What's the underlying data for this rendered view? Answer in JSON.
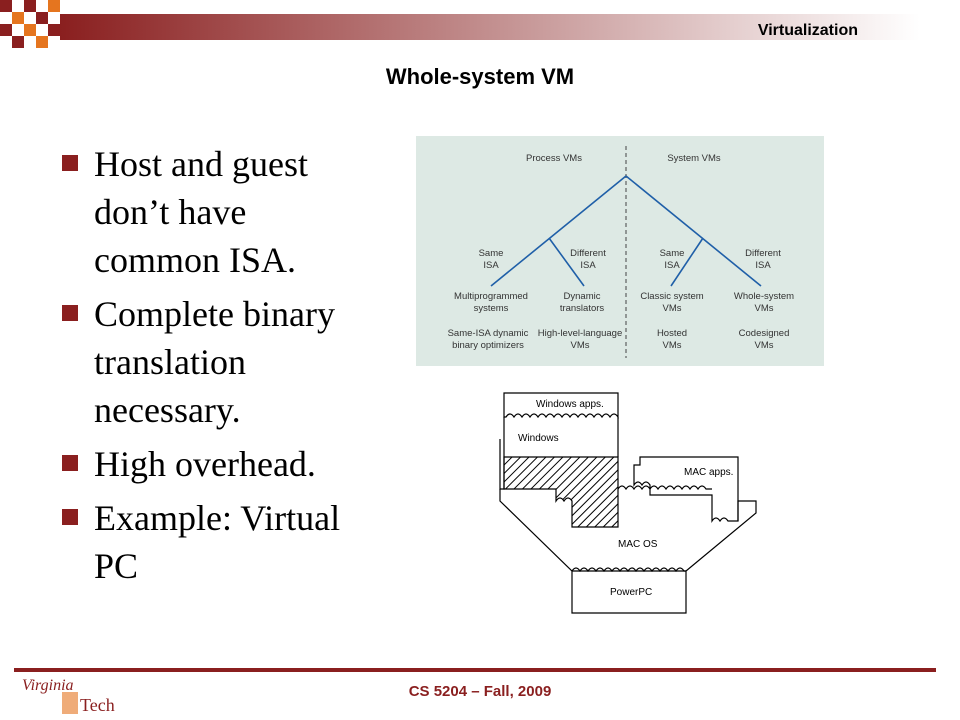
{
  "header": {
    "title": "Virtualization"
  },
  "slide": {
    "title": "Whole-system VM",
    "bullets": [
      "Host and guest don’t have common ISA.",
      "Complete binary translation necessary.",
      "High overhead.",
      "Example: Virtual PC"
    ]
  },
  "taxonomy": {
    "process_vms": "Process VMs",
    "system_vms": "System VMs",
    "same_isa_l1": "Same",
    "same_isa_l2": "ISA",
    "diff_isa_l1": "Different",
    "diff_isa_l2": "ISA",
    "same_isa_r1": "Same",
    "same_isa_r2": "ISA",
    "diff_isa_r1": "Different",
    "diff_isa_r2": "ISA",
    "multi_1": "Multiprogrammed",
    "multi_2": "systems",
    "dyn_1": "Dynamic",
    "dyn_2": "translators",
    "classic_1": "Classic system",
    "classic_2": "VMs",
    "whole_1": "Whole-system",
    "whole_2": "VMs",
    "sameisa_1": "Same-ISA dynamic",
    "sameisa_2": "binary optimizers",
    "hll_1": "High-level-language",
    "hll_2": "VMs",
    "hosted_1": "Hosted",
    "hosted_2": "VMs",
    "codesigned_1": "Codesigned",
    "codesigned_2": "VMs"
  },
  "stack": {
    "windows_apps": "Windows apps.",
    "windows": "Windows",
    "mac_apps": "MAC apps.",
    "mac_os": "MAC OS",
    "powerpc": "PowerPC"
  },
  "footer": {
    "course": "CS 5204 – Fall, 2009"
  },
  "logo": {
    "line1": "Virginia",
    "line2": "Tech"
  },
  "colors": {
    "maroon": "#8a1f1f",
    "orange": "#e5751f",
    "tree_blue": "#1f5fa8",
    "taxonomy_bg": "#dde9e4"
  }
}
